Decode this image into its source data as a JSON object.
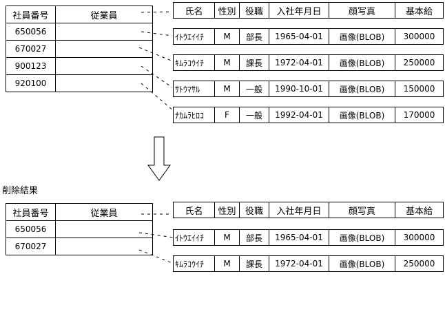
{
  "left_table": {
    "headers": [
      "社員番号",
      "従業員"
    ]
  },
  "right_table": {
    "headers": [
      "氏名",
      "性別",
      "役職",
      "入社年月日",
      "顔写真",
      "基本給"
    ]
  },
  "top": {
    "ids": [
      "650056",
      "670027",
      "900123",
      "920100"
    ],
    "rows": [
      [
        "ｲﾄｳｴｲｲﾁ",
        "M",
        "部長",
        "1965-04-01",
        "画像(BLOB)",
        "300000"
      ],
      [
        "ｷﾑﾗｺｳｲﾁ",
        "M",
        "課長",
        "1972-04-01",
        "画像(BLOB)",
        "250000"
      ],
      [
        "ｻﾄｳﾏｻﾙ",
        "M",
        "一般",
        "1990-10-01",
        "画像(BLOB)",
        "150000"
      ],
      [
        "ﾅｶﾑﾗﾋﾛｺ",
        "F",
        "一般",
        "1992-04-01",
        "画像(BLOB)",
        "170000"
      ]
    ]
  },
  "bottom": {
    "label": "削除結果",
    "ids": [
      "650056",
      "670027"
    ],
    "rows": [
      [
        "ｲﾄｳｴｲｲﾁ",
        "M",
        "部長",
        "1965-04-01",
        "画像(BLOB)",
        "300000"
      ],
      [
        "ｷﾑﾗｺｳｲﾁ",
        "M",
        "課長",
        "1972-04-01",
        "画像(BLOB)",
        "250000"
      ]
    ]
  },
  "colors": {
    "line": "#000000",
    "background": "#ffffff"
  }
}
